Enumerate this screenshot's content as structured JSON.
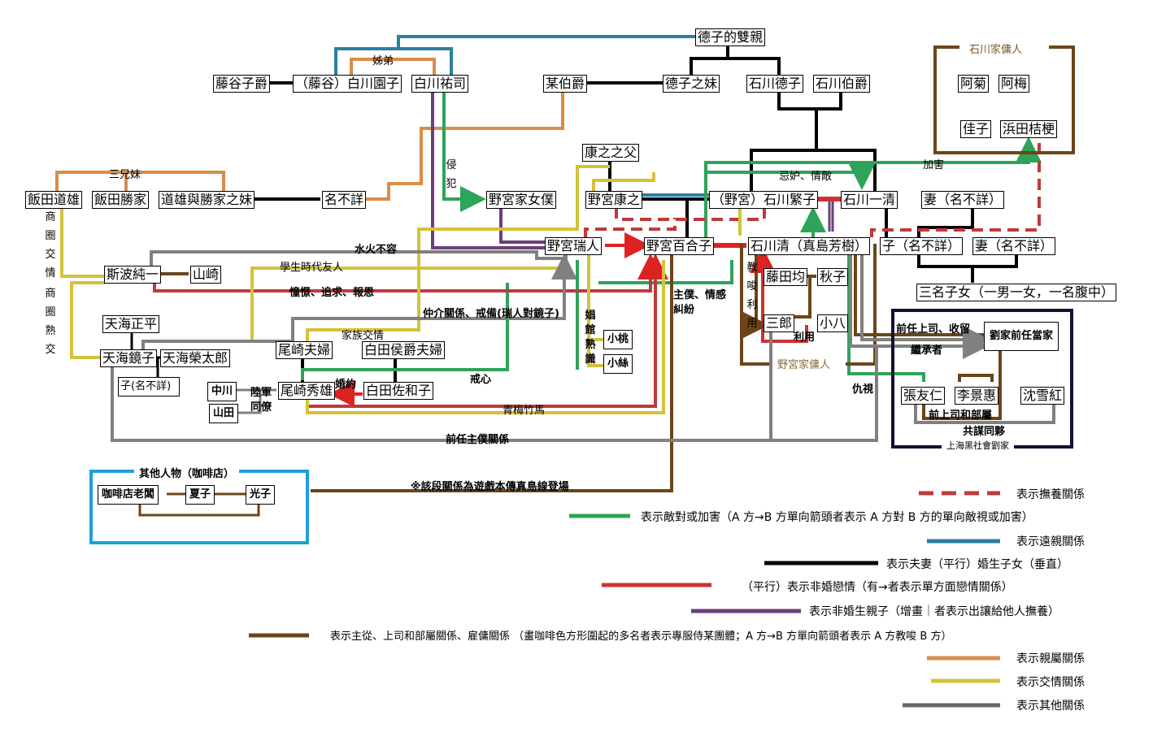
{
  "title": "人物關係圖",
  "colors": {
    "adoption": "#c0393b",
    "hostility": "#2ea35a",
    "distant_kin": "#2d7fa1",
    "marriage": "#000000",
    "romance": "#cc3333",
    "illegitimate": "#6b3f7a",
    "service": "#6b4519",
    "kinship": "#d98c4a",
    "friendship": "#d4c23a",
    "other": "#808080",
    "group_border_cafe": "#1ea0d8",
    "group_border_gang": "#111133"
  },
  "nodes": {
    "tokushi_parents": "德子的雙親",
    "fujiya_viscount": "藤谷子爵",
    "shirakawa_sonoko": "（藤谷）白川園子",
    "shirakawa_yuji": "白川祐司",
    "some_count": "某伯爵",
    "tokushi_sister": "德子之妹",
    "ishikawa_tokushi": "石川德子",
    "ishikawa_count": "石川伯爵",
    "iida_michio": "飯田道雄",
    "iida_katsuie": "飯田勝家",
    "michio_sister": "道雄與勝家之妹",
    "unnamed1": "名不詳",
    "nomiya_maid": "野宮家女僕",
    "yasuyuki_father": "康之之父",
    "nomiya_yasuyuki": "野宮康之",
    "ishikawa_shigeko": "（野宮）石川繁子",
    "ishikawa_kazukiyo": "石川一清",
    "wife1": "妻（名不詳）",
    "nomiya_mizuto": "野宮瑞人",
    "nomiya_yuriko": "野宮百合子",
    "ishikawa_kiyoshi": "石川清（真島芳樹）",
    "son_unnamed": "子（名不詳）",
    "wife2": "妻（名不詳）",
    "three_children": "三名子女（一男一女，一名腹中）",
    "shiba_junichi": "斯波純一",
    "yamazaki": "山崎",
    "fujita_hitoshi": "藤田均",
    "akiko": "秋子",
    "saburo": "三郎",
    "kohachi": "小八",
    "amami_shohei": "天海正平",
    "amami_kyoko": "天海鏡子",
    "amami_eitaro": "天海榮太郎",
    "child_unnamed": "子(名不詳)",
    "ozaki_couple": "尾崎夫婦",
    "shirata_couple": "白田侯爵夫婦",
    "nakagawa": "中川",
    "yamada": "山田",
    "ozaki_hideo": "尾崎秀雄",
    "shirata_sawako": "白田佐和子",
    "komomo": "小桃",
    "koito": "小絲",
    "liu_former_head": "劉家前任當家",
    "zhang_youren": "張友仁",
    "li_jinghui": "李景惠",
    "shen_xuehong": "沈雪紅",
    "a_ju": "阿菊",
    "a_mei": "阿梅",
    "keiko": "佳子",
    "hamada_kikyo": "浜田桔梗",
    "cafe_owner": "咖啡店老闆",
    "natsuko": "夏子",
    "mitsuko": "光子"
  },
  "groups": {
    "ishikawa_servants": "石川家傭人",
    "nomiya_servants": "野宮家傭人",
    "shanghai_gang": "上海黑社會劉家",
    "cafe": "其他人物（咖啡店）"
  },
  "labels": {
    "siblings": "姊弟",
    "three_siblings": "三兄妹",
    "violation_v": "侵犯",
    "business_friend_v": "商圈交情",
    "business_acq_v": "商圈熟交",
    "jealousy": "忌妒、情敵",
    "harm": "加害",
    "incompatible": "水火不容",
    "school_friend": "學生時代友人",
    "admiration": "憧憬、追求、報恩",
    "mediator": "仲介關係、戒備(瑞人對鏡子)",
    "family_friend": "家族交情",
    "brothel_v": "娼館熟識",
    "master_servant": "主僕、情感",
    "dispute": "糾紛",
    "instigate_v": "教唆利用",
    "use": "利用",
    "former_boss": "前任上司、收留",
    "successor": "繼承者",
    "enmity": "仇視",
    "former_boss_sub": "前上司和部屬",
    "conspirators": "共謀同夥",
    "army_colleagues_1": "陸軍",
    "army_colleagues_2": "同僚",
    "engagement": "婚約",
    "wariness": "戒心",
    "childhood_friends": "青梅竹馬",
    "former_master_servant": "前任主僕關係",
    "story_note": "※該段關係為遊戲本傳真島線登場"
  },
  "legend": [
    {
      "key": "adoption",
      "text": "表示撫養關係"
    },
    {
      "key": "hostility",
      "text": "表示敵對或加害（A 方→B 方單向箭頭者表示 A 方對 B 方的單向敵視或加害）"
    },
    {
      "key": "distant_kin",
      "text": "表示遠親關係"
    },
    {
      "key": "marriage",
      "text": "表示夫妻（平行）婚生子女（垂直）"
    },
    {
      "key": "romance",
      "text": "（平行）表示非婚戀情（有→者表示單方面戀情關係）"
    },
    {
      "key": "illegitimate",
      "text": "表示非婚生親子（增畫｜者表示出讓給他人撫養）"
    },
    {
      "key": "service",
      "text": "表示主從、上司和部屬關係、雇傭關係 （畫咖啡色方形圍起的多名者表示專服侍某團體；A 方→B 方單向箭頭者表示 A 方教唆 B 方）"
    },
    {
      "key": "kinship",
      "text": "表示親屬關係"
    },
    {
      "key": "friendship",
      "text": "表示交情關係"
    },
    {
      "key": "other",
      "text": "表示其他關係"
    }
  ]
}
